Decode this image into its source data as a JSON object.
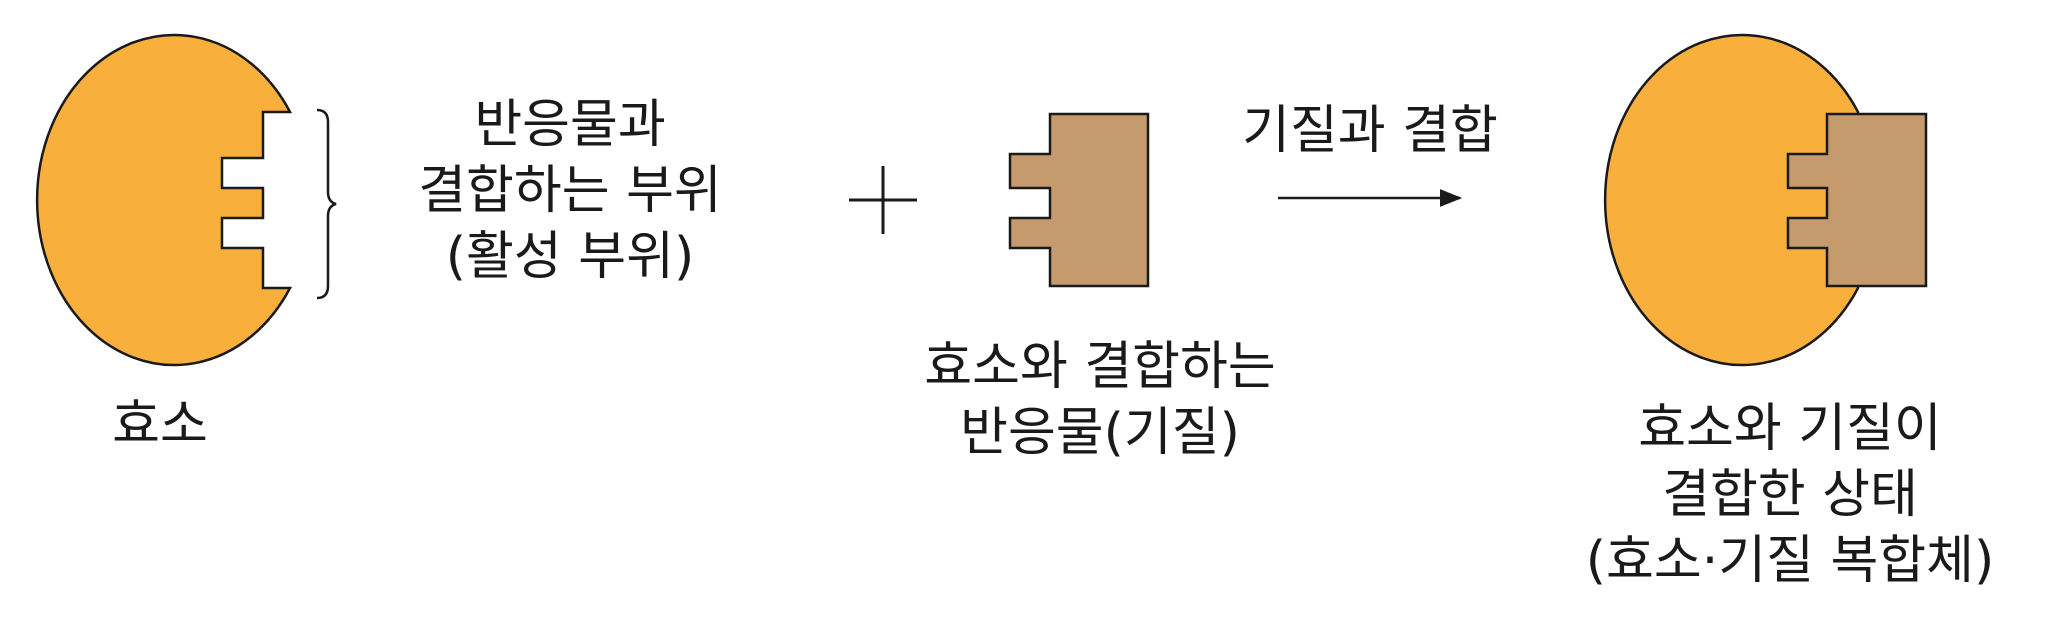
{
  "colors": {
    "enzyme": "#F9AF3B",
    "substrate": "#C59A6C",
    "stroke": "#1a1a1a"
  },
  "labels": {
    "enzyme": "효소",
    "active_site": [
      "반응물과",
      "결합하는 부위",
      "(활성 부위)"
    ],
    "plus": "+",
    "substrate": [
      "효소와 결합하는",
      "반응물(기질)"
    ],
    "arrow": "기질과 결합",
    "complex": [
      "효소와 기질이",
      "결합한 상태",
      "(효소·기질 복합체)"
    ]
  }
}
